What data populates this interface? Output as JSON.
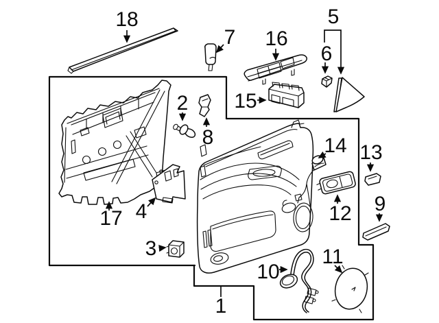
{
  "diagram": {
    "background_color": "#ffffff",
    "line_color": "#0b0b0b",
    "callouts": [
      {
        "label": "1"
      },
      {
        "label": "2"
      },
      {
        "label": "3"
      },
      {
        "label": "4"
      },
      {
        "label": "5"
      },
      {
        "label": "6"
      },
      {
        "label": "7"
      },
      {
        "label": "8"
      },
      {
        "label": "9"
      },
      {
        "label": "10"
      },
      {
        "label": "11"
      },
      {
        "label": "12"
      },
      {
        "label": "13"
      },
      {
        "label": "14"
      },
      {
        "label": "15"
      },
      {
        "label": "16"
      },
      {
        "label": "17"
      },
      {
        "label": "18"
      }
    ]
  }
}
